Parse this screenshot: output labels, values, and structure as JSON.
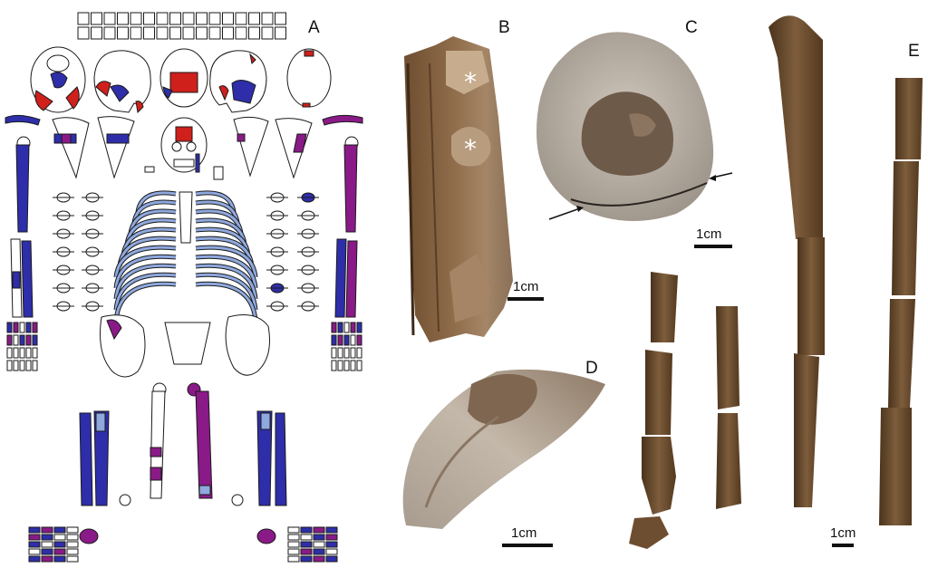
{
  "panels": {
    "a": {
      "label": "A"
    },
    "b": {
      "label": "B",
      "scale": "1cm",
      "markers": "*"
    },
    "c": {
      "label": "C",
      "scale": "1cm"
    },
    "d": {
      "label": "D",
      "scale": "1cm"
    },
    "e": {
      "label": "E",
      "scale": "1cm"
    }
  },
  "colors": {
    "background": "#ffffff",
    "outline": "#1a1a1a",
    "red": "#d0201b",
    "blue": "#2e2eaa",
    "purple": "#8a1a88",
    "light_blue": "#8fa8de",
    "bone_dark": "#5e4226",
    "bone_mid": "#8a6a48",
    "bone_light": "#b09a80",
    "stone": "#b8aea4"
  }
}
